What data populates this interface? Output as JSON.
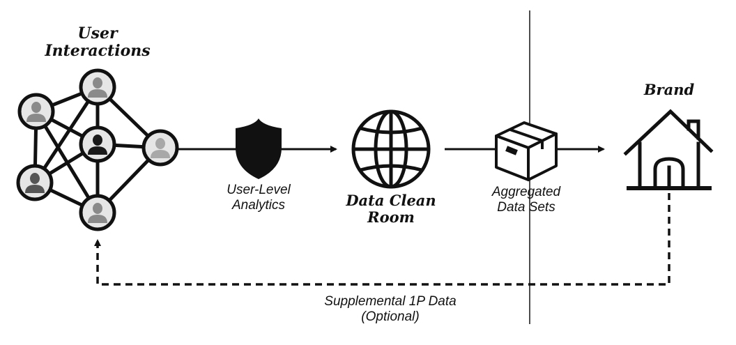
{
  "nodes": {
    "user_interactions": {
      "title": "User\nInteractions"
    },
    "analytics": {
      "label": "User-Level\nAnalytics",
      "icon": "shield-icon"
    },
    "clean_room": {
      "label": "Data Clean\nRoom",
      "icon": "globe-icon"
    },
    "aggregated": {
      "label": "Aggregated\nData Sets",
      "icon": "package-icon"
    },
    "brand": {
      "label": "Brand",
      "icon": "house-icon"
    }
  },
  "feedback": {
    "label": "Supplemental 1P Data\n(Optional)"
  },
  "colors": {
    "ink": "#111111",
    "user_dark": "#1a1a1a",
    "user_mid": "#555555",
    "user_gray": "#8a8a8a",
    "user_light": "#a8a8a8",
    "node_fill": "#e6e6e6"
  }
}
